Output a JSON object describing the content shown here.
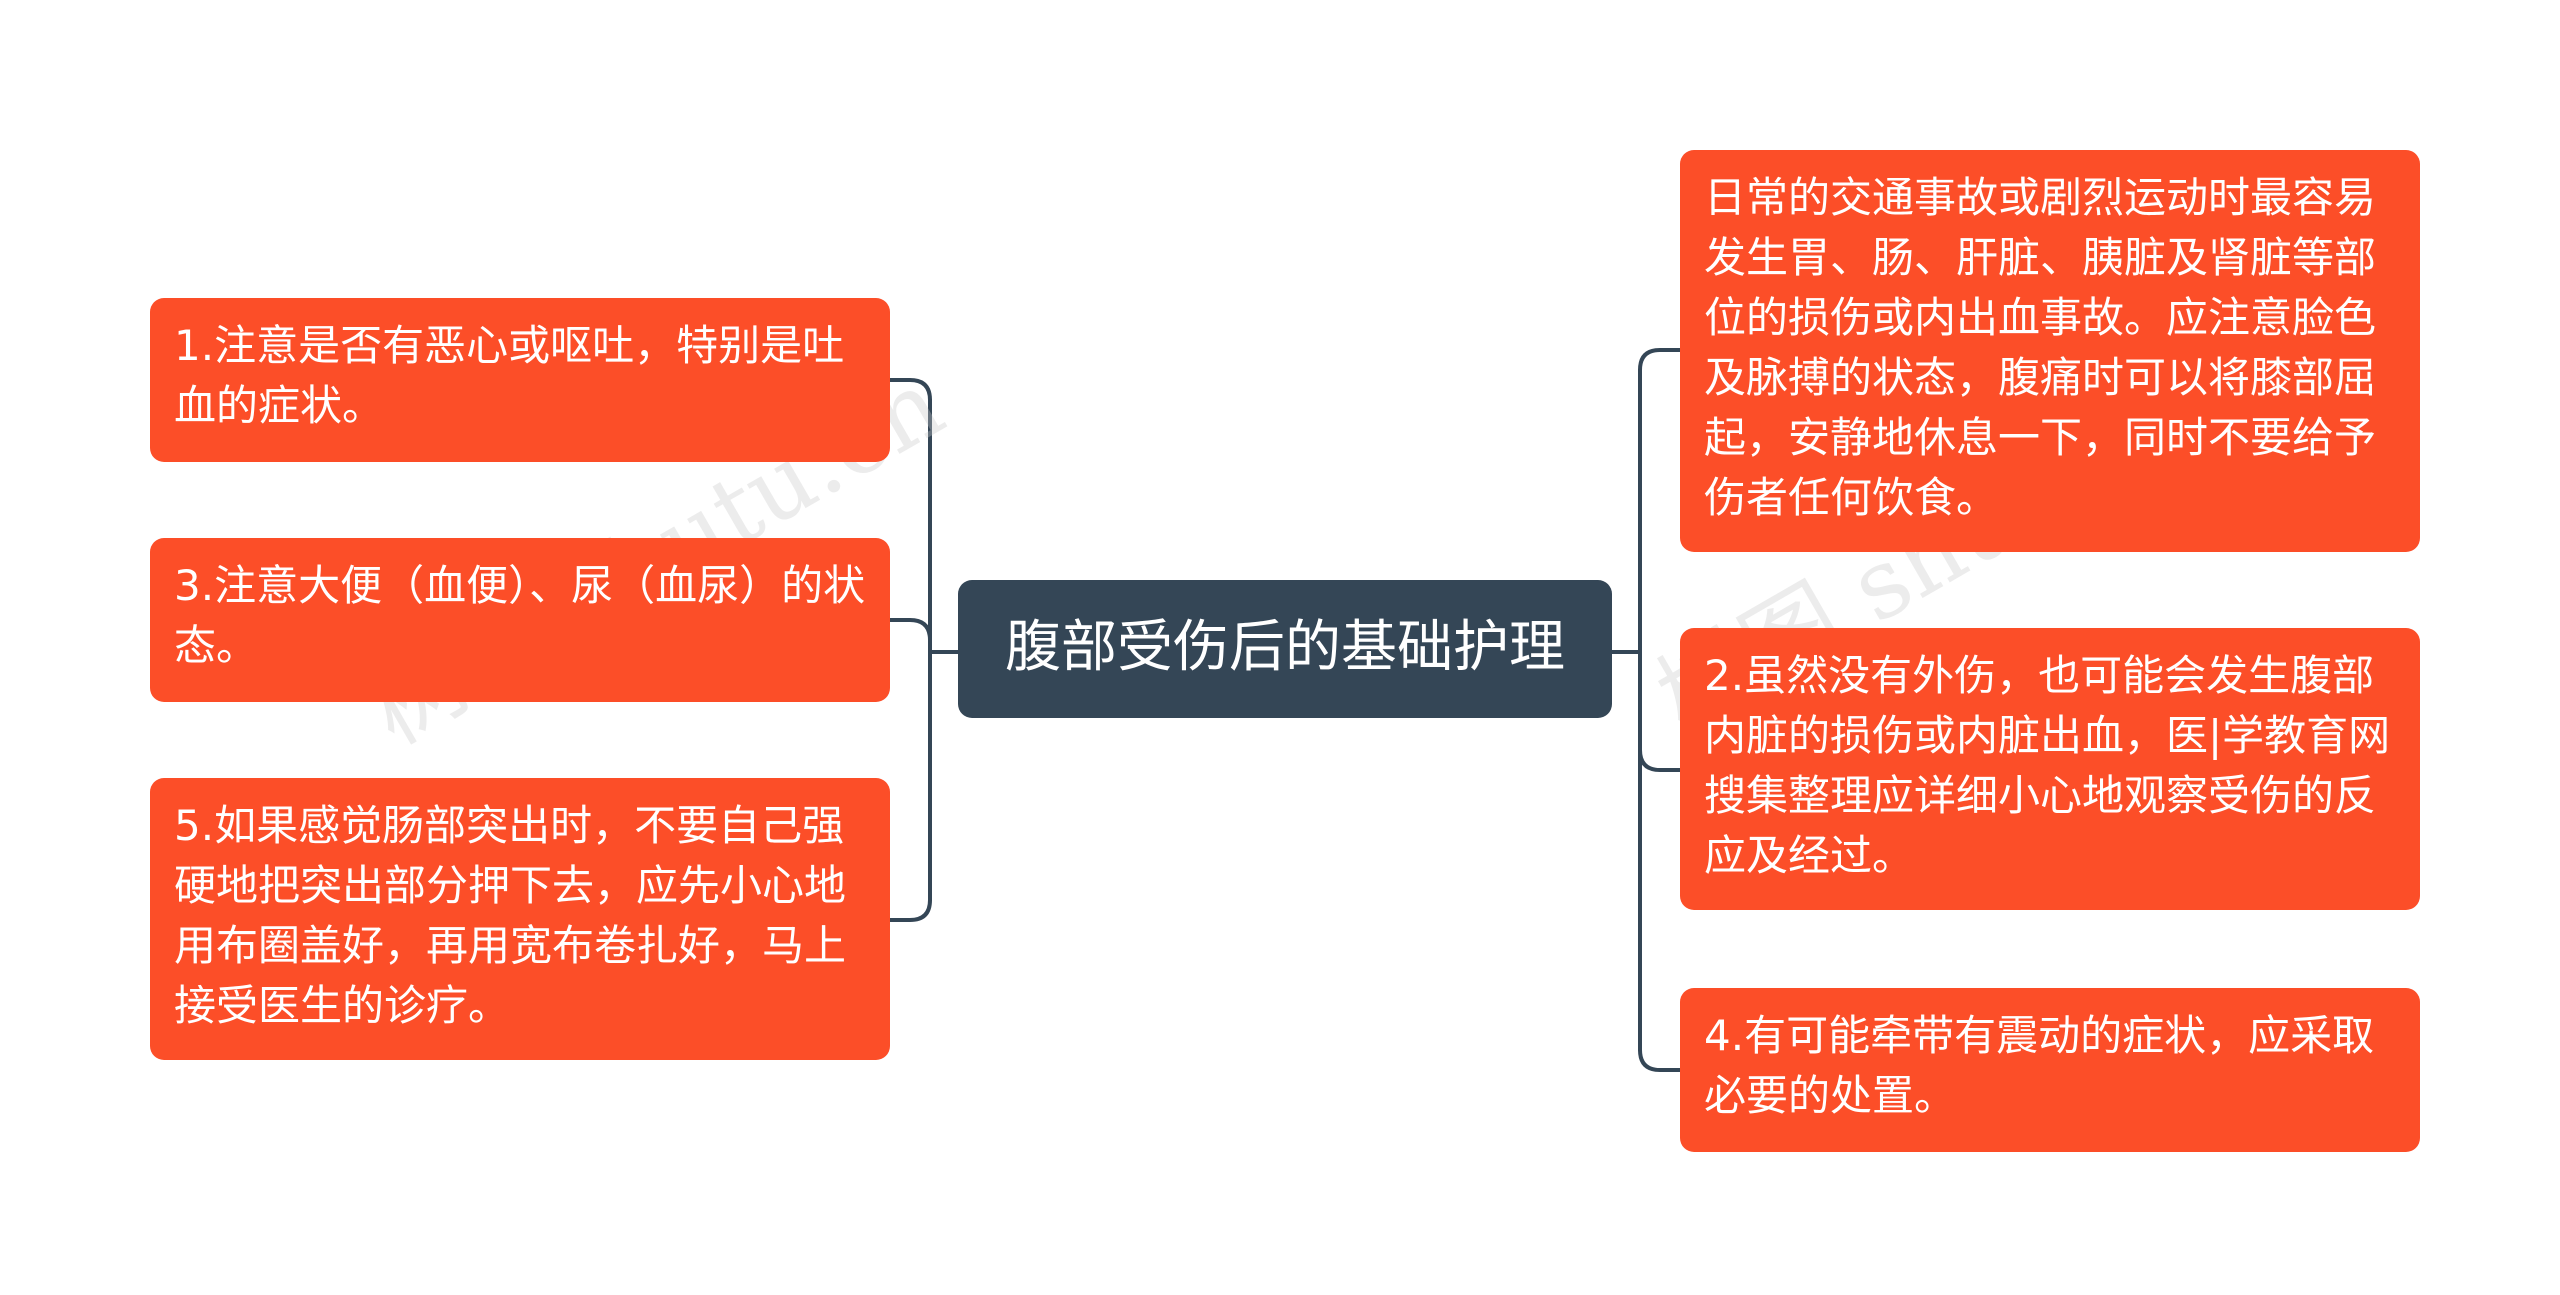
{
  "center": {
    "label": "腹部受伤后的基础护理"
  },
  "left_nodes": [
    {
      "text": "1.注意是否有恶心或呕吐，特别是吐血的症状。"
    },
    {
      "text": "3.注意大便（血便）、尿（血尿）的状态。"
    },
    {
      "text": "5.如果感觉肠部突出时，不要自己强硬地把突出部分押下去，应先小心地用布圈盖好，再用宽布卷扎好，马上接受医生的诊疗。"
    }
  ],
  "right_nodes": [
    {
      "text": "日常的交通事故或剧烈运动时最容易发生胃、肠、肝脏、胰脏及肾脏等部位的损伤或内出血事故。应注意脸色及脉搏的状态，腹痛时可以将膝部屈起，安静地休息一下，同时不要给予伤者任何饮食。"
    },
    {
      "text": "2.虽然没有外伤，也可能会发生腹部内脏的损伤或内脏出血，医|学教育网搜集整理应详细小心地观察受伤的反应及经过。"
    },
    {
      "text": "4.有可能牵带有震动的症状，应采取必要的处置。"
    }
  ],
  "watermarks": {
    "left": "树图 shutu.cn",
    "right": "树图 shutu.cn"
  },
  "colors": {
    "node_fill": "#fc4e28",
    "center_fill": "#344656",
    "connector": "#344656"
  }
}
